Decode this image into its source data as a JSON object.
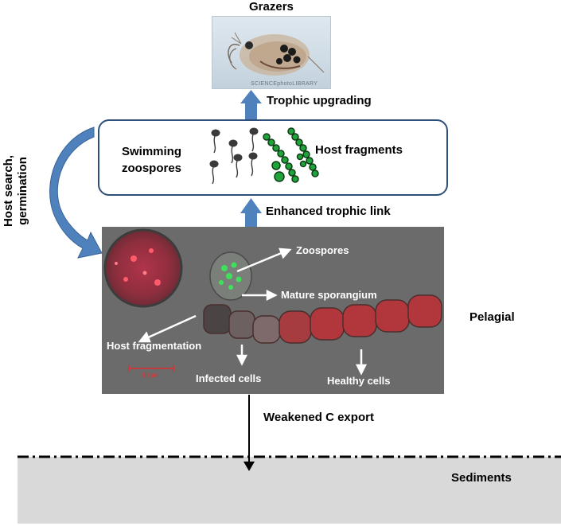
{
  "labels": {
    "grazers": "Grazers",
    "trophic_upgrading": "Trophic upgrading",
    "swimming_zoospores": "Swimming\nzoospores",
    "host_fragments": "Host fragments",
    "enhanced_trophic_link": "Enhanced trophic link",
    "host_search": "Host search,\ngermination",
    "zoospores": "Zoospores",
    "mature_sporangium": "Mature sporangium",
    "host_fragmentation": "Host fragmentation",
    "infected_cells": "Infected cells",
    "healthy_cells": "Healthy cells",
    "scale_bar": "10 µm",
    "pelagial": "Pelagial",
    "weakened_c_export": "Weakened C export",
    "sediments": "Sediments",
    "photo_credit": "SCIENCEphotoLIBRARY"
  },
  "colors": {
    "arrow_blue": "#4f81bd",
    "box_border": "#2d4f7a",
    "fragment_green": "#1fa33a",
    "micrograph_bg": "#6b6b6b",
    "cell_red": "#c0393b",
    "sediment_gray": "#d9d9d9"
  }
}
